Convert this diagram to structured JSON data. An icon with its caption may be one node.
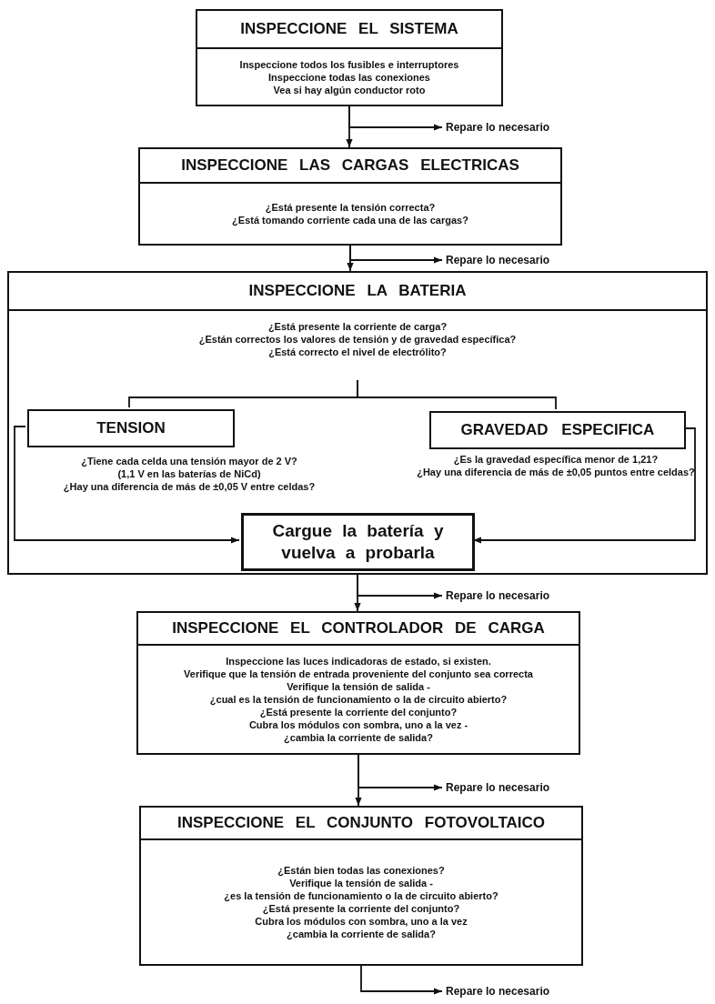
{
  "diagram": {
    "nodes": [
      {
        "text": [
          "INSPECCIONE EL SISTEMA",
          "Inspeccione todos los fusibles e interruptores",
          "Inspeccione todas las conexiones",
          "Vea si hay algún conductor roto"
        ]
      },
      {
        "text": [
          "Repare lo necesario"
        ]
      },
      {
        "text": [
          "INSPECCIONE LAS CARGAS ELECTRICAS",
          "¿Está presente la tensión correcta?",
          "¿Está tomando corriente cada una de las cargas?"
        ]
      },
      {
        "text": [
          "Repare lo necesario"
        ]
      },
      {
        "text": [
          "INSPECCIONE LA BATERIA",
          "¿Está presente la corriente de carga?",
          "¿Están correctos los valores de tensión y de gravedad específica?",
          "¿Está correcto el nivel de electrólito?"
        ]
      },
      {
        "text": [
          "TENSION"
        ],
        "in": 4,
        "beside": [
          "¿Tiene cada celda una tensión mayor de 2 V?",
          "(1,1 V en las baterías de NiCd)",
          "¿Hay una diferencia de más de ±0,05 V entre celdas?"
        ]
      },
      {
        "text": [
          "GRAVEDAD ESPECIFICA"
        ],
        "in": 4,
        "beside": [
          "¿Es la gravedad específica menor de 1,21?",
          "¿Hay una diferencia de más de ±0,05 puntos entre celdas?"
        ]
      },
      {
        "text": [
          "Cargue la batería y vuelva a probarla"
        ],
        "in": 4
      },
      {
        "text": [
          "Repare lo necesario"
        ]
      },
      {
        "text": [
          "INSPECCIONE EL CONTROLADOR DE CARGA",
          "Inspeccione las luces indicadoras de estado, si existen.",
          "Verifique que la tensión de entrada proveniente del conjunto sea correcta",
          "Verifique la tensión de salida -",
          "¿cual es la tensión de funcionamiento o la de circuito abierto?",
          "¿Está presente la corriente del conjunto?",
          "Cubra los módulos con sombra, uno a la vez -",
          "¿cambia la corriente de salida?"
        ]
      },
      {
        "text": [
          "Repare lo necesario"
        ]
      },
      {
        "text": [
          "INSPECCIONE EL CONJUNTO FOTOVOLTAICO",
          "¿Están bien todas las conexiones?",
          "Verifique la tensión de salida -",
          "¿es la tensión de funcionamiento o la de circuito abierto?",
          "¿Está presente la corriente del conjunto?",
          "Cubra los módulos con sombra, uno a la vez",
          "¿cambia la corriente de salida?"
        ]
      },
      {
        "text": [
          "Repare lo necesario"
        ]
      }
    ],
    "edges": [
      {
        "from": 0,
        "to": 2,
        "arrow": "to"
      },
      {
        "from": 0,
        "to": 1,
        "arrow": "to"
      },
      {
        "from": 2,
        "to": 4,
        "arrow": "to"
      },
      {
        "from": 2,
        "to": 3,
        "arrow": "to"
      },
      {
        "from": null,
        "to": 5,
        "arrow": "none"
      },
      {
        "from": null,
        "to": 6,
        "arrow": "none"
      },
      {
        "from": 5,
        "to": 7,
        "arrow": "to"
      },
      {
        "from": 6,
        "to": 7,
        "arrow": "to"
      },
      {
        "from": 4,
        "to": 9,
        "arrow": "to"
      },
      {
        "from": 4,
        "to": 8,
        "arrow": "to"
      },
      {
        "from": 9,
        "to": 11,
        "arrow": "to"
      },
      {
        "from": 9,
        "to": 10,
        "arrow": "to"
      },
      {
        "from": 11,
        "to": 12,
        "arrow": "to"
      }
    ]
  }
}
